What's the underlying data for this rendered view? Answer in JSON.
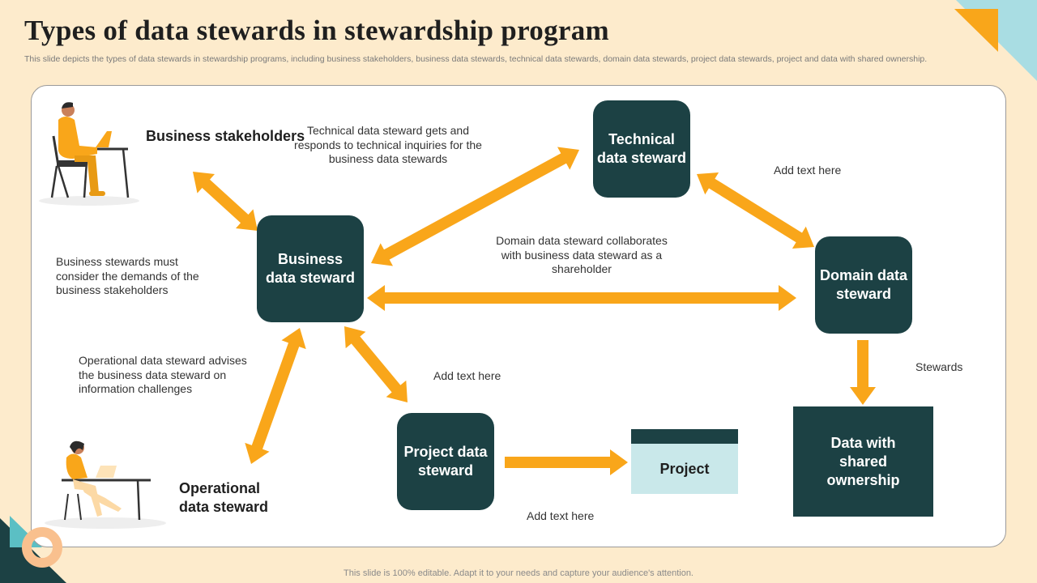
{
  "title": "Types of data stewards in stewardship program",
  "subtitle": "This slide depicts the types of data stewards in stewardship programs, including business stakeholders, business data stewards, technical data stewards, domain data stewards, project data stewards, project and data with shared ownership.",
  "colors": {
    "background": "#fdebcc",
    "box": "#1c4144",
    "arrow": "#f9a61a",
    "project_fill": "#c9e8ea",
    "accent_blue": "#a9dde3",
    "ring": "#f9c08e"
  },
  "nodes": {
    "business_stakeholders": "Business stakeholders",
    "business_data_steward": "Business data steward",
    "technical_data_steward": "Technical data steward",
    "domain_data_steward": "Domain data steward",
    "project_data_steward": "Project data steward",
    "project": "Project",
    "shared_ownership": "Data with shared ownership",
    "operational_data_steward": "Operational data steward"
  },
  "notes": {
    "technical": "Technical data steward gets and responds to technical inquiries for the business data stewards",
    "tech_domain": "Add text here",
    "domain": "Domain data steward collaborates with business data steward as a shareholder",
    "business": "Business stewards must consider the demands of the business stakeholders",
    "operational": "Operational data steward advises the business data steward on information challenges",
    "project_link": "Add text here",
    "stewards": "Stewards",
    "project_bottom": "Add text here"
  },
  "footer": "This slide is 100% editable. Adapt it to your needs and capture your audience's attention."
}
